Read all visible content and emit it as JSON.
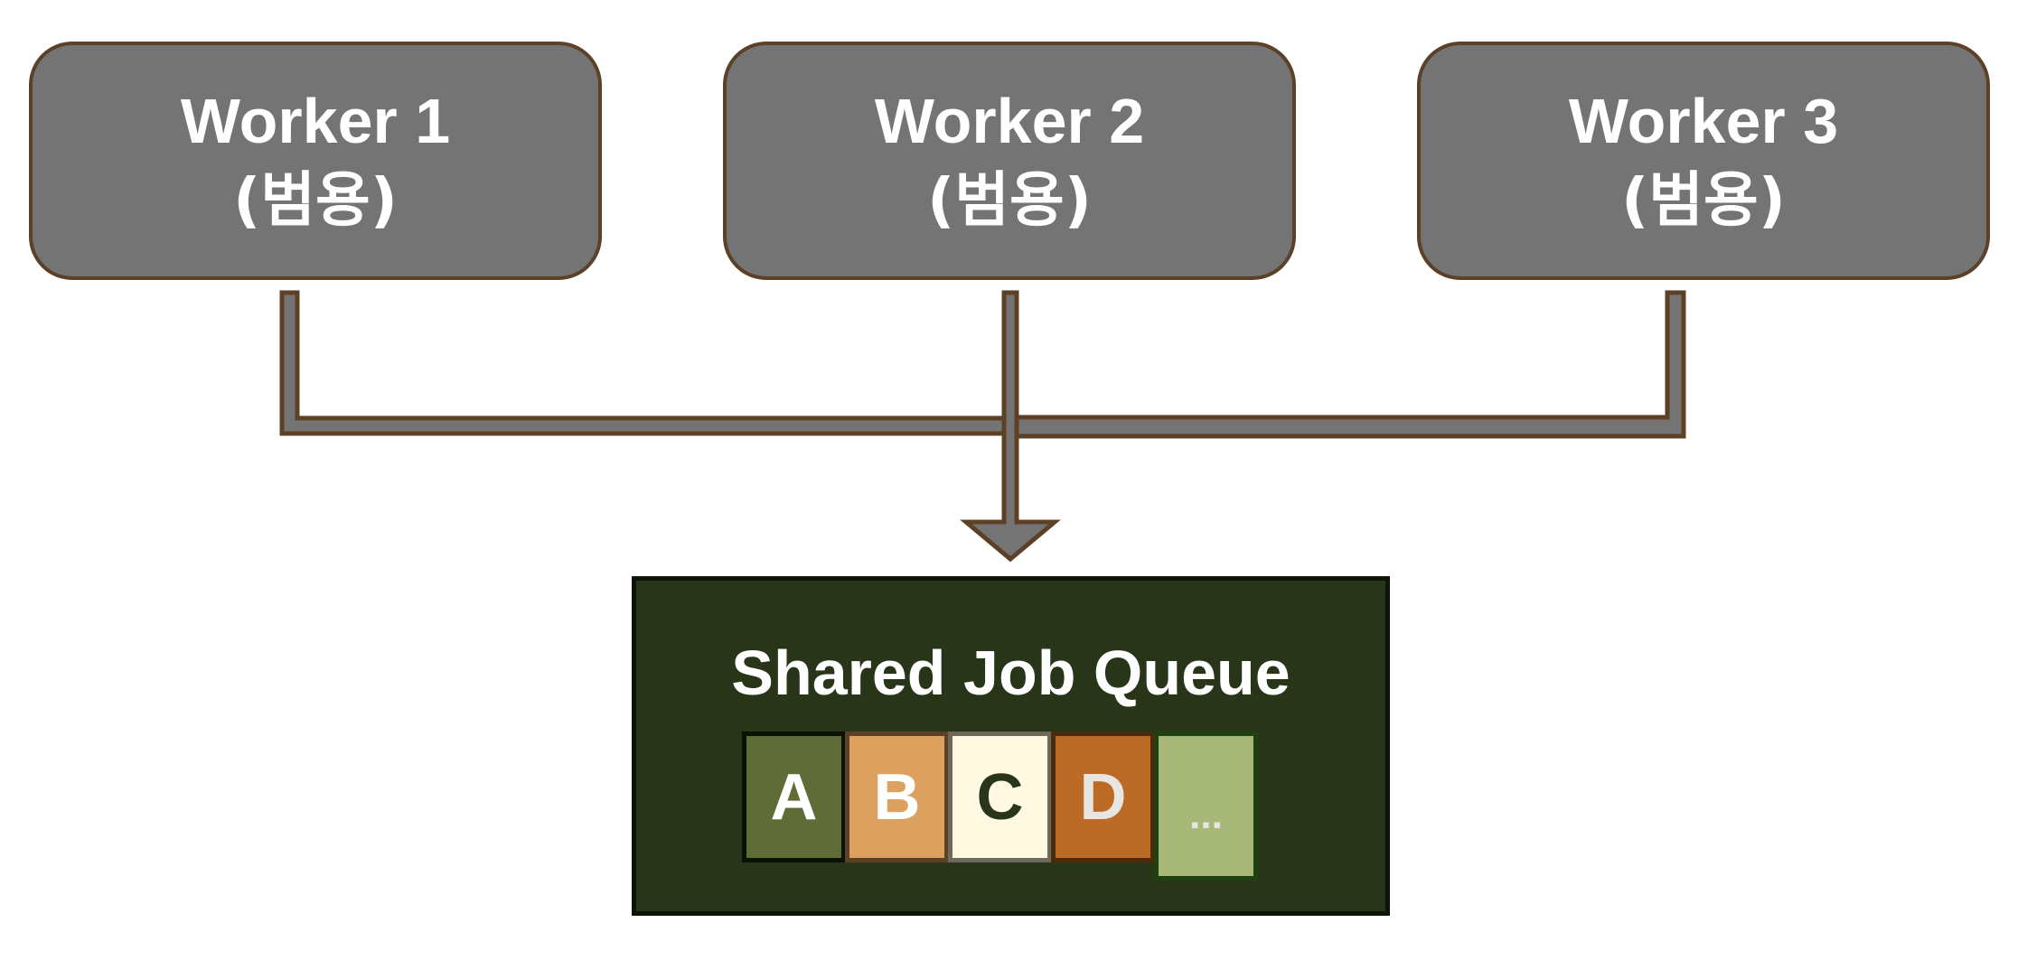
{
  "workers": [
    {
      "title": "Worker 1",
      "subtitle": "(범용)"
    },
    {
      "title": "Worker 2",
      "subtitle": "(범용)"
    },
    {
      "title": "Worker 3",
      "subtitle": "(범용)"
    }
  ],
  "queue": {
    "title": "Shared Job Queue",
    "items": [
      {
        "label": "A",
        "fill": "#5f6c37",
        "border": "#0a1205",
        "text": "#ffffff"
      },
      {
        "label": "B",
        "fill": "#dca05f",
        "border": "#5c4126",
        "text": "#ffffff"
      },
      {
        "label": "C",
        "fill": "#fff9e1",
        "border": "#6d6a5a",
        "text": "#293518"
      },
      {
        "label": "D",
        "fill": "#bb6b26",
        "border": "#4c2a0e",
        "text": "#e8e6e3"
      },
      {
        "label": "...",
        "fill": "#a8b878",
        "border": "#1d4210",
        "text": "#e8e6e3"
      }
    ]
  },
  "colors": {
    "worker_fill": "#747474",
    "worker_border": "#5c4126",
    "connector_fill": "#747474",
    "connector_border": "#5c4126",
    "queue_fill": "#293518",
    "queue_border": "#0d1606"
  }
}
